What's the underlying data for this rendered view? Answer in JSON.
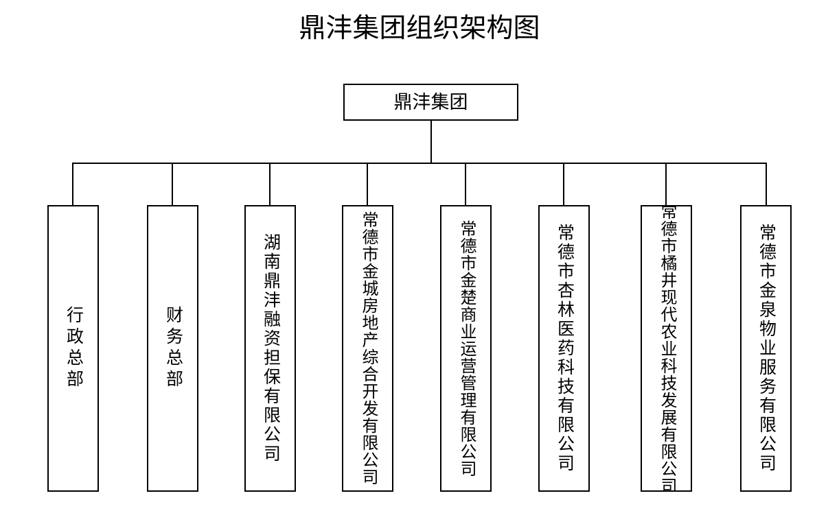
{
  "document": {
    "title": "鼎沣集团组织架构图",
    "background_color": "#ffffff",
    "line_color": "#000000",
    "text_color": "#000000"
  },
  "org_chart": {
    "root": {
      "label": "鼎沣集团",
      "orientation": "horizontal"
    },
    "children": [
      {
        "label": "行政总部",
        "orientation": "vertical"
      },
      {
        "label": "财务总部",
        "orientation": "vertical"
      },
      {
        "label": "湖南鼎沣融资担保有限公司",
        "orientation": "vertical"
      },
      {
        "label": "常德市金城房地产综合开发有限公司",
        "orientation": "vertical"
      },
      {
        "label": "常德市金楚商业运营管理有限公司",
        "orientation": "vertical"
      },
      {
        "label": "常德市杏林医药科技有限公司",
        "orientation": "vertical"
      },
      {
        "label": "常德市橘井现代农业科技发展有限公司",
        "orientation": "vertical"
      },
      {
        "label": "常德市金泉物业服务有限公司",
        "orientation": "vertical"
      }
    ]
  }
}
